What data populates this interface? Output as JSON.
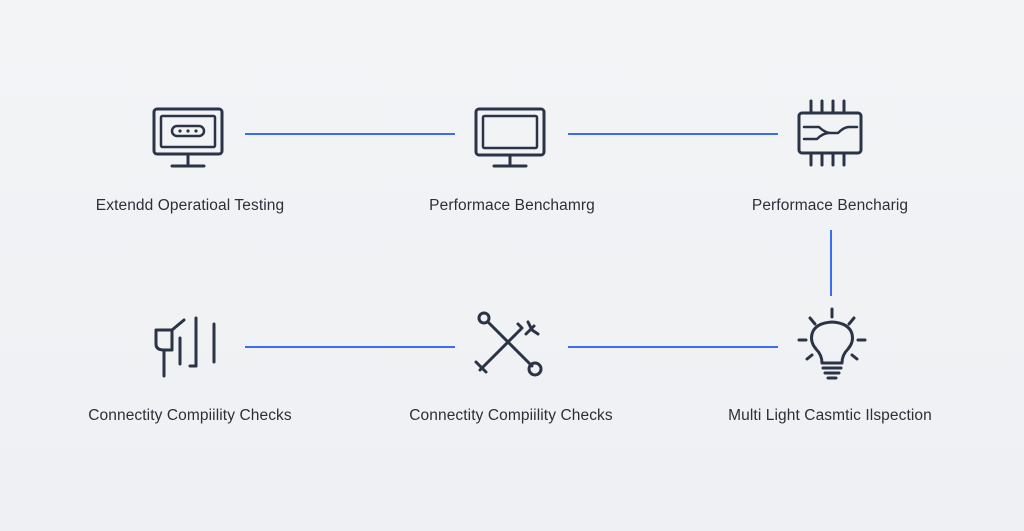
{
  "diagram": {
    "nodes": [
      {
        "id": "n1",
        "label": "Extendd Operatioal Testing",
        "icon": "monitor-dots-icon"
      },
      {
        "id": "n2",
        "label": "Performace Benchamrg",
        "icon": "monitor-icon"
      },
      {
        "id": "n3",
        "label": "Performace Bencharig",
        "icon": "chip-icon"
      },
      {
        "id": "n4",
        "label": "Connectity Compiility Checks",
        "icon": "connector-plug-icon"
      },
      {
        "id": "n5",
        "label": "Connectity Compiility Checks",
        "icon": "tools-cross-icon"
      },
      {
        "id": "n6",
        "label": "Multi Light Casmtic Ilspection",
        "icon": "lightbulb-icon"
      }
    ],
    "edges": [
      {
        "from": "n1",
        "to": "n2"
      },
      {
        "from": "n2",
        "to": "n3"
      },
      {
        "from": "n3",
        "to": "n6"
      },
      {
        "from": "n4",
        "to": "n5"
      },
      {
        "from": "n5",
        "to": "n6"
      }
    ],
    "colors": {
      "line": "#3a6df0",
      "icon": "#2b3446",
      "text": "#2b2f38"
    }
  }
}
